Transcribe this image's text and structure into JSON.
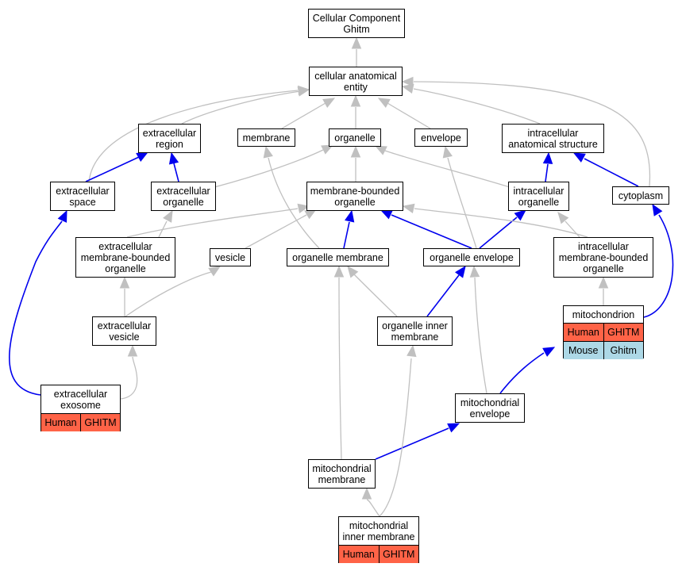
{
  "colors": {
    "gray_edge": "#c0c0c0",
    "blue_edge": "#0000ee",
    "human": "#ff6347",
    "mouse": "#add8e6"
  },
  "nodes": {
    "root": {
      "label": [
        "Cellular Component",
        "Ghitm"
      ]
    },
    "cae": {
      "label": [
        "cellular anatomical",
        "entity"
      ]
    },
    "exreg": {
      "label": [
        "extracellular",
        "region"
      ]
    },
    "memb": {
      "label": [
        "membrane"
      ]
    },
    "org": {
      "label": [
        "organelle"
      ]
    },
    "env": {
      "label": [
        "envelope"
      ]
    },
    "ias": {
      "label": [
        "intracellular",
        "anatomical structure"
      ]
    },
    "exsp": {
      "label": [
        "extracellular",
        "space"
      ]
    },
    "exorg": {
      "label": [
        "extracellular",
        "organelle"
      ]
    },
    "mbo": {
      "label": [
        "membrane-bounded",
        "organelle"
      ]
    },
    "inorg": {
      "label": [
        "intracellular",
        "organelle"
      ]
    },
    "cyto": {
      "label": [
        "cytoplasm"
      ]
    },
    "exmbo": {
      "label": [
        "extracellular",
        "membrane-bounded",
        "organelle"
      ]
    },
    "ves": {
      "label": [
        "vesicle"
      ]
    },
    "orgmem": {
      "label": [
        "organelle membrane"
      ]
    },
    "orgenv": {
      "label": [
        "organelle envelope"
      ]
    },
    "inmbo": {
      "label": [
        "intracellular",
        "membrane-bounded",
        "organelle"
      ]
    },
    "exves": {
      "label": [
        "extracellular",
        "vesicle"
      ]
    },
    "oim": {
      "label": [
        "organelle inner",
        "membrane"
      ]
    },
    "mito": {
      "label": [
        "mitochondrion"
      ],
      "rows": [
        [
          "Human",
          "GHITM",
          "human"
        ],
        [
          "Mouse",
          "Ghitm",
          "mouse"
        ]
      ]
    },
    "exo": {
      "label": [
        "extracellular",
        "exosome"
      ],
      "rows": [
        [
          "Human",
          "GHITM",
          "human"
        ]
      ]
    },
    "menv": {
      "label": [
        "mitochondrial",
        "envelope"
      ]
    },
    "mmem": {
      "label": [
        "mitochondrial",
        "membrane"
      ]
    },
    "mim": {
      "label": [
        "mitochondrial",
        "inner membrane"
      ],
      "rows": [
        [
          "Human",
          "GHITM",
          "human"
        ]
      ]
    }
  }
}
